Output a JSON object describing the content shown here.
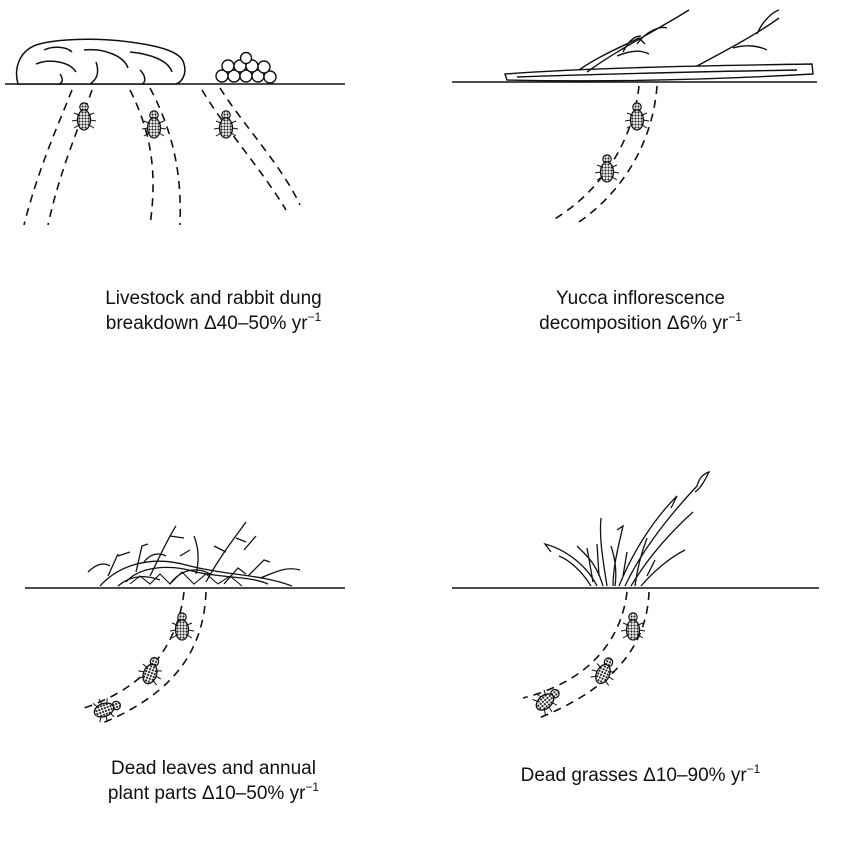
{
  "panels": [
    {
      "id": "dung",
      "caption_line1": "Livestock and rabbit dung",
      "caption_line2": "breakdown  Δ40–50% yr",
      "superscript": "−1"
    },
    {
      "id": "yucca",
      "caption_line1": "Yucca inflorescence",
      "caption_line2": "decomposition  Δ6% yr",
      "superscript": "−1"
    },
    {
      "id": "leaves",
      "caption_line1": "Dead leaves and annual",
      "caption_line2": "plant parts  Δ10–50% yr",
      "superscript": "−1"
    },
    {
      "id": "grass",
      "caption_line1": "",
      "caption_line2": "Dead grasses  Δ10–90% yr",
      "superscript": "−1"
    }
  ],
  "colors": {
    "ink": "#111111",
    "termite_fill": "#8a8a8a",
    "background": "#ffffff"
  },
  "icons": [
    "dung-pat-icon",
    "rabbit-pellets-icon",
    "yucca-stalk-icon",
    "leaf-litter-icon",
    "grass-tuft-icon",
    "termite-icon"
  ]
}
